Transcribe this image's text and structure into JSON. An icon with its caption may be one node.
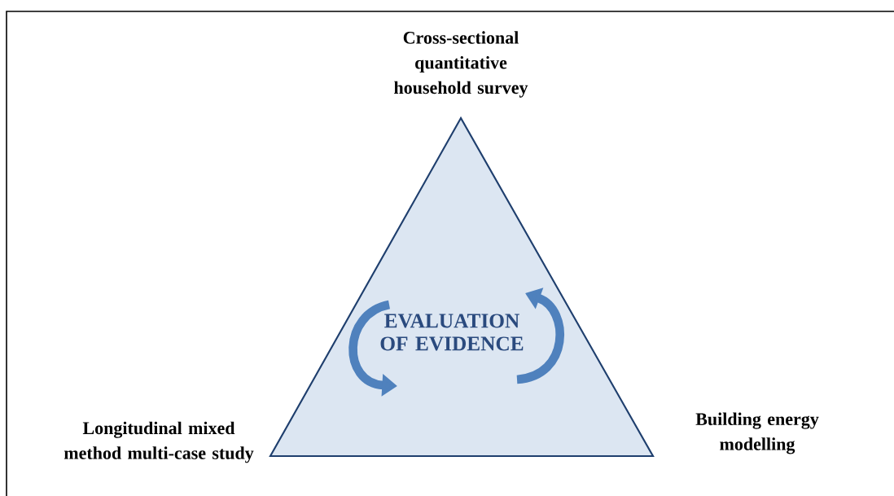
{
  "diagram": {
    "nodes": [
      {
        "text": [
          "EVALUATION OF EVIDENCE"
        ]
      }
    ],
    "labels": [
      "Cross-sectional quantitative household survey",
      "Longitudinal mixed method multi-case study",
      "Building energy modelling"
    ]
  }
}
